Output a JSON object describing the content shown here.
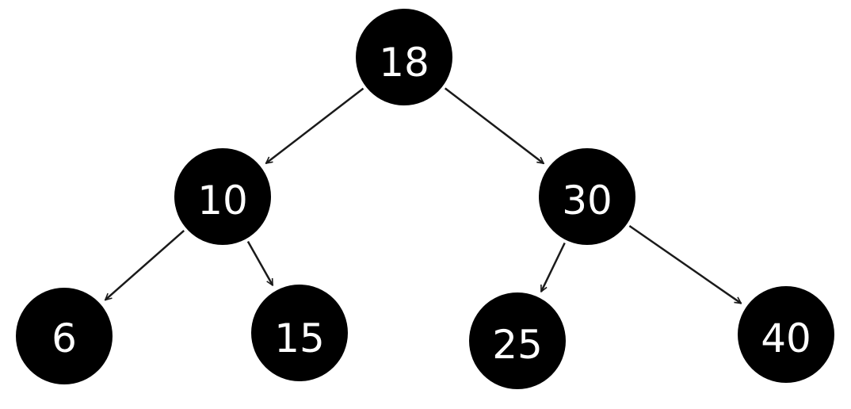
{
  "tree": {
    "nodes": [
      {
        "id": "n18",
        "label": "18"
      },
      {
        "id": "n10",
        "label": "10"
      },
      {
        "id": "n30",
        "label": "30"
      },
      {
        "id": "n6",
        "label": "6"
      },
      {
        "id": "n15",
        "label": "15"
      },
      {
        "id": "n25",
        "label": "25"
      },
      {
        "id": "n40",
        "label": "40"
      }
    ],
    "edges": [
      {
        "from": "n18",
        "to": "n10"
      },
      {
        "from": "n18",
        "to": "n30"
      },
      {
        "from": "n10",
        "to": "n6"
      },
      {
        "from": "n10",
        "to": "n15"
      },
      {
        "from": "n30",
        "to": "n25"
      },
      {
        "from": "n30",
        "to": "n40"
      }
    ],
    "colors": {
      "node_fill": "#000000",
      "label": "#ffffff",
      "edge": "#1a1a1a"
    }
  }
}
